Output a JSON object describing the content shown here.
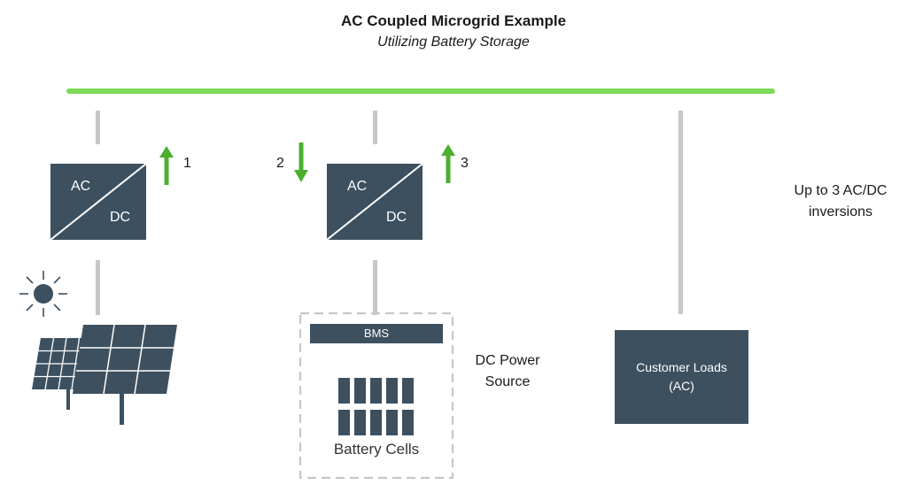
{
  "title": "AC Coupled Microgrid Example",
  "subtitle": "Utilizing Battery Storage",
  "converters": [
    {
      "ac_label": "AC",
      "dc_label": "DC"
    },
    {
      "ac_label": "AC",
      "dc_label": "DC"
    }
  ],
  "flow_arrows": [
    {
      "number": "1",
      "direction": "up"
    },
    {
      "number": "2",
      "direction": "down"
    },
    {
      "number": "3",
      "direction": "up"
    }
  ],
  "battery": {
    "bms_label": "BMS",
    "cells_label": "Battery Cells",
    "source_label_line1": "DC Power",
    "source_label_line2": "Source"
  },
  "loads": {
    "label_line1": "Customer Loads",
    "label_line2": "(AC)"
  },
  "note": {
    "line1": "Up to 3 AC/DC",
    "line2": "inversions"
  },
  "colors": {
    "bus": "#7ed957",
    "component_fill": "#3d505f",
    "connector": "#c7c7c7",
    "arrow": "#4caf2e"
  }
}
